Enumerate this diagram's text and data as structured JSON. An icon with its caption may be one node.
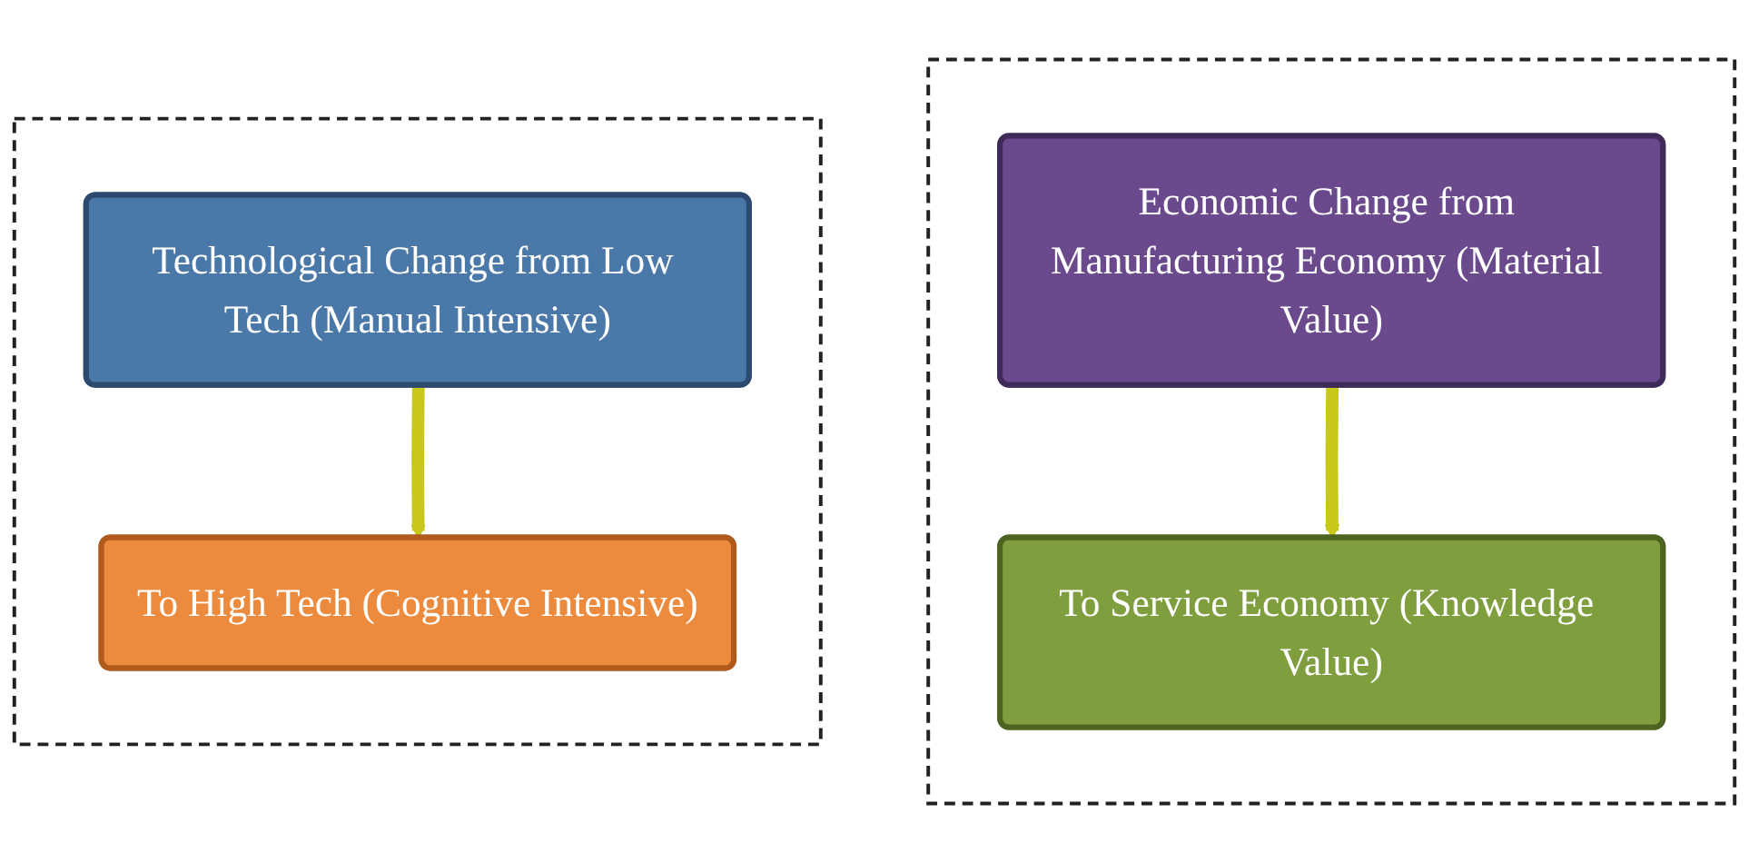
{
  "diagram": {
    "nodes": [
      {
        "text": [],
        "shape": "box"
      },
      {
        "text": [
          "Economic Change from Manufacturing Economy (Material Value)"
        ],
        "in": 0
      },
      {
        "text": [
          "To Service Economy (Knowledge Value)"
        ],
        "in": 0
      },
      {
        "text": [],
        "shape": "box"
      },
      {
        "text": [
          "Technological Change from Low Tech (Manual Intensive)"
        ],
        "in": 3
      },
      {
        "text": [
          "To High Tech (Cognitive Intensive)"
        ],
        "in": 3
      }
    ],
    "edges": [
      {
        "from": 1,
        "to": 2,
        "arrow": "to"
      },
      {
        "from": 4,
        "to": 5,
        "arrow": "to"
      }
    ]
  }
}
